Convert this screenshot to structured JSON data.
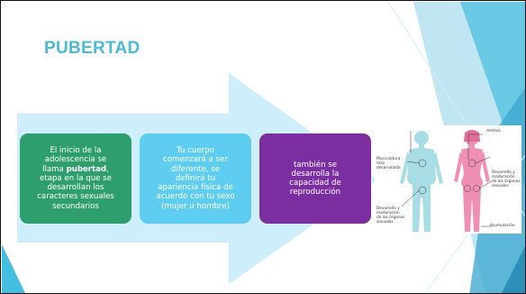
{
  "slide": {
    "title": "PUBERTAD",
    "colors": {
      "title": "#4fb7d8",
      "arrow": "#cdeefa",
      "box_green": "#2e9e6f",
      "box_cyan": "#5fcdf0",
      "box_purple": "#7a2ea0",
      "accent_teal": "#5bc3e3"
    },
    "boxes": [
      {
        "before": "El inicio de la\nadolescencia  se\nllama ",
        "highlight": "pubertad",
        "after": ",\netapa en la que se\ndesarrollan los\ncaracteres sexuales\nsecundarios"
      },
      {
        "text": "Tu cuerpo\ncomenzará a ser\ndiferente, se\ndefinirá tu\napariencia física de\nacuerdo con tu sexo\n(mujer u hombre)"
      },
      {
        "text": "también se\ndesarrolla la\ncapacidad  de\nreproducción"
      }
    ],
    "figure": {
      "labels": {
        "mamas": "mamas",
        "musculatura": "Musculatura\nmás\ndesarrollada",
        "desarrollo_left": "Desarrollo y\nmaduración\nde los órganos\nsexuales",
        "desarrollo_right": "Desarrollo y\nmaduración\nde los órganos\nsexuales",
        "acumulacion": "Acumulación"
      }
    }
  }
}
